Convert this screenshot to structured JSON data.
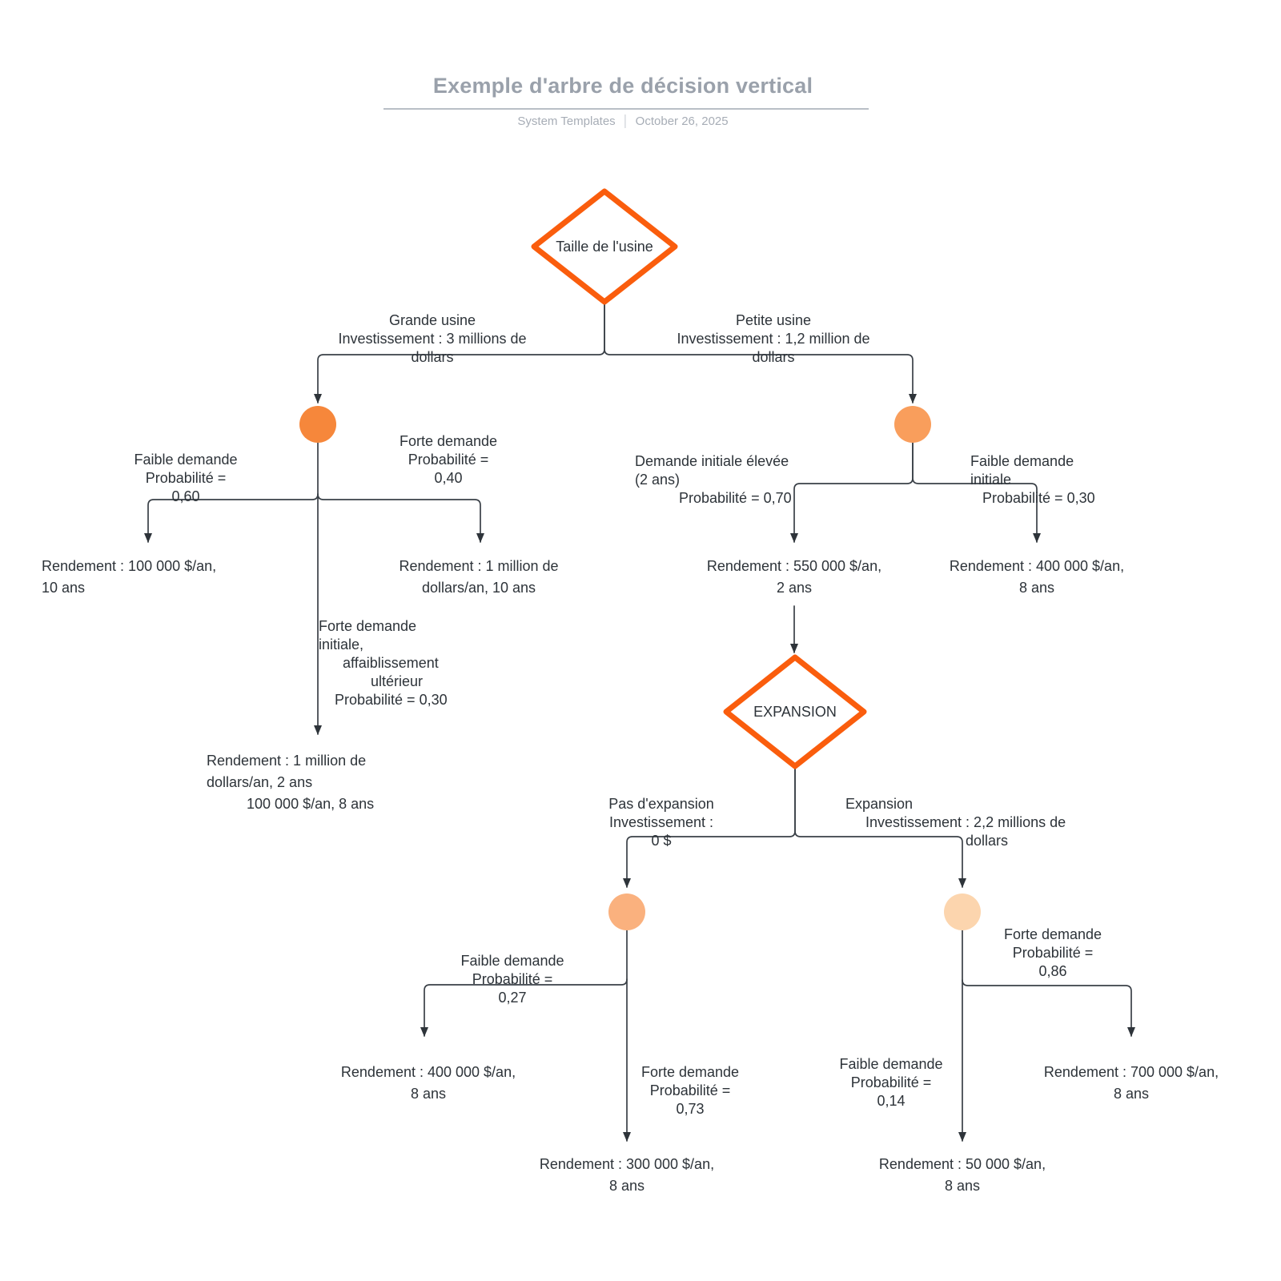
{
  "header": {
    "title": "Exemple d'arbre de décision vertical",
    "byline": "System Templates",
    "date": "October 26, 2025"
  },
  "palette": {
    "diamond_stroke": "#fa5d0d",
    "diamond_fill": "#ffffff",
    "connector": "#3a4047",
    "arrowhead": "#2e343a",
    "chance_grande": "#f6873b",
    "chance_petite": "#f99e5c",
    "chance_pas_expansion": "#fab17e",
    "chance_expansion": "#fcd5ae"
  },
  "decision_nodes": {
    "root": "Taille de l'usine",
    "expansion": "EXPANSION"
  },
  "branch_labels": {
    "grande_usine": "Grande usine\nInvestissement : 3 millions de\ndollars",
    "petite_usine": "Petite usine\nInvestissement : 1,2 million de\ndollars",
    "faible_demande_060": "Faible demande\nProbabilité =\n0,60",
    "forte_demande_040": "Forte demande\nProbabilité =\n0,40",
    "forte_demande_initiale_030": "Forte demande\ninitiale,\n      affaiblissement\n             ultérieur\n    Probabilité = 0,30",
    "demande_initiale_elevee_070": "Demande initiale élevée\n(2 ans)\n           Probabilité = 0,70",
    "faible_demande_initiale_030": "Faible demande\ninitiale\n   Probabilité = 0,30",
    "pas_expansion": "Pas d'expansion\nInvestissement :\n0 $",
    "expansion_invest": "Expansion\n     Investissement : 2,2 millions de\n                              dollars",
    "faible_demande_027": "Faible demande\nProbabilité =\n0,27",
    "forte_demande_073": "Forte demande\nProbabilité =\n0,73",
    "faible_demande_014": "Faible demande\nProbabilité =\n0,14",
    "forte_demande_086": "Forte demande\nProbabilité =\n0,86"
  },
  "outcomes": {
    "grande_faible": "Rendement : 100 000 $/an,\n10 ans",
    "grande_forte": "Rendement : 1 million de\ndollars/an, 10 ans",
    "grande_forte_puis_faible": "Rendement : 1 million de\ndollars/an, 2 ans\n          100 000 $/an, 8 ans",
    "petite_elevee": "Rendement : 550 000 $/an,\n2 ans",
    "petite_faible": "Rendement : 400 000 $/an,\n8 ans",
    "pas_expansion_faible": "Rendement : 400 000 $/an,\n8 ans",
    "pas_expansion_forte": "Rendement : 300 000 $/an,\n8 ans",
    "expansion_forte": "Rendement : 700 000 $/an,\n8 ans",
    "expansion_faible": "Rendement : 50 000 $/an,\n8 ans"
  }
}
